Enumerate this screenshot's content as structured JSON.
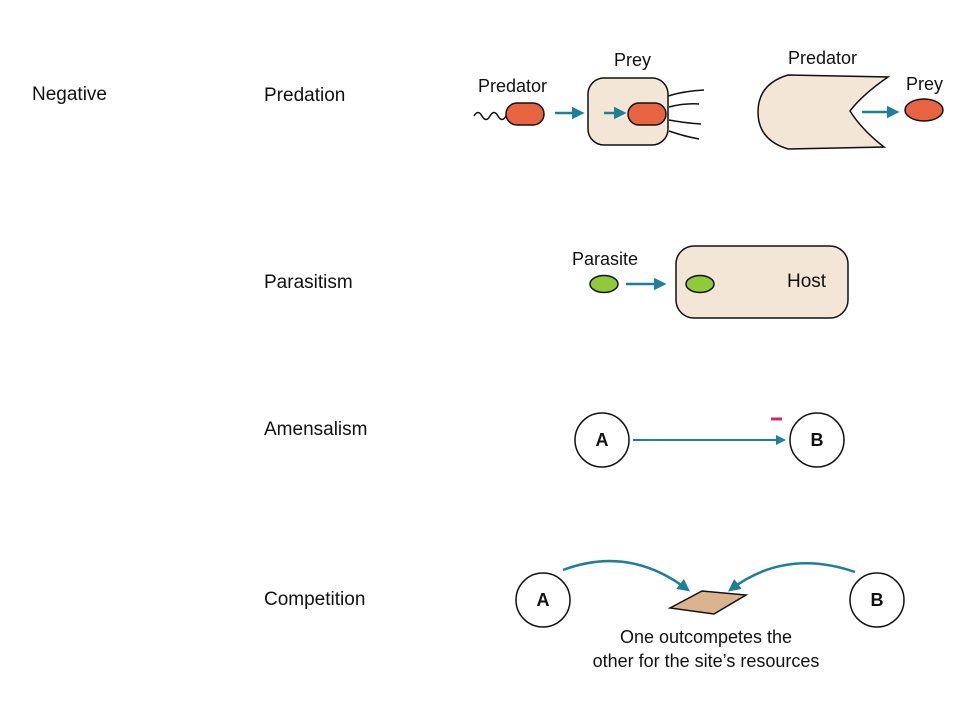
{
  "category": "Negative",
  "predation": {
    "label": "Predation",
    "predator_left": "Predator",
    "prey_left": "Prey",
    "predator_right": "Predator",
    "prey_right": "Prey"
  },
  "parasitism": {
    "label": "Parasitism",
    "parasite": "Parasite",
    "host": "Host"
  },
  "amensalism": {
    "label": "Amensalism",
    "node_a": "A",
    "node_b": "B",
    "sign": "-"
  },
  "competition": {
    "label": "Competition",
    "node_a": "A",
    "node_b": "B",
    "caption_line1": "One outcompetes the",
    "caption_line2": "other for the site’s resources"
  },
  "colors": {
    "cell_fill": "#f3e6d6",
    "prey_red": "#e8633f",
    "parasite_green": "#8fca3b",
    "arrow_teal": "#1f7f98",
    "minus_magenta": "#d6246e",
    "resource_tan": "#d9b48f"
  }
}
